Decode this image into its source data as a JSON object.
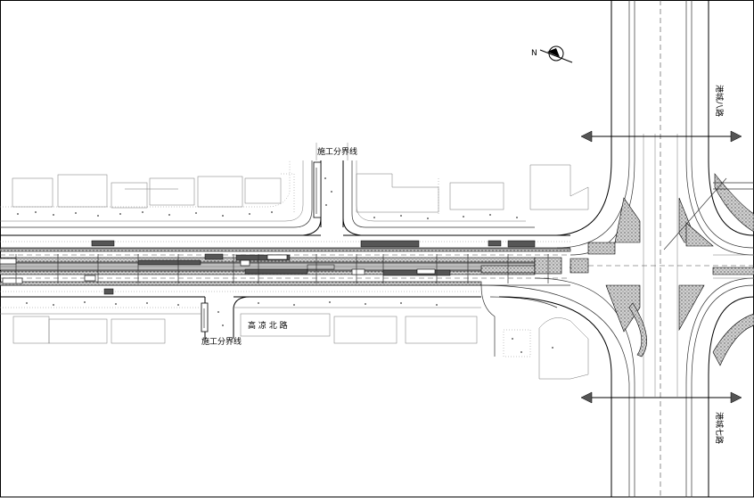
{
  "labels": {
    "boundary_top": "施工分界线",
    "boundary_bottom": "施工分界线",
    "road_main": "高 凉 北 路",
    "road_cross_north": "港城八路",
    "road_cross_south": "港城七路",
    "north_letter": "N"
  },
  "icons": {
    "north_arrow": "north-arrow-icon",
    "section_marker": "section-arrow-icon"
  },
  "colors": {
    "line": "#000000",
    "paving": "#9a9a9a",
    "background": "#ffffff"
  }
}
